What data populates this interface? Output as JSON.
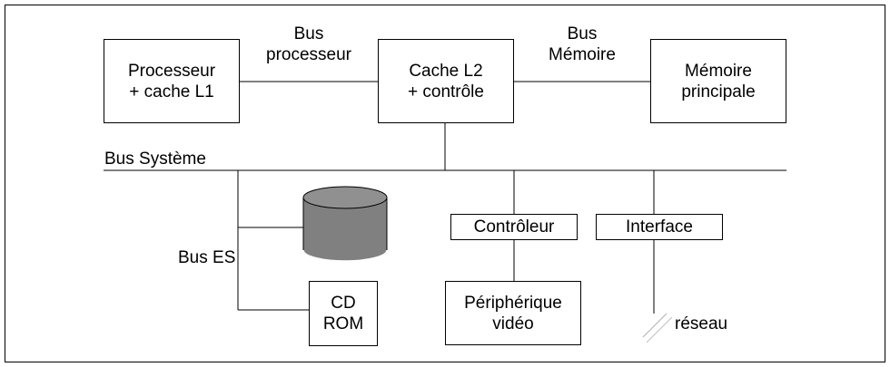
{
  "diagram": {
    "processor_box": {
      "line1": "Processeur",
      "line2": "+ cache L1"
    },
    "cache_box": {
      "line1": "Cache L2",
      "line2": "+ contrôle"
    },
    "memory_box": {
      "line1": "Mémoire",
      "line2": "principale"
    },
    "bus_processor_label": {
      "line1": "Bus",
      "line2": "processeur"
    },
    "bus_memory_label": {
      "line1": "Bus",
      "line2": "Mémoire"
    },
    "system_bus_label": "Bus Système",
    "io_bus_label": "Bus ES",
    "cdrom_box": {
      "line1": "CD",
      "line2": "ROM"
    },
    "controller_box": "Contrôleur",
    "interface_box": "Interface",
    "video_box": {
      "line1": "Périphérique",
      "line2": "vidéo"
    },
    "network_label": "réseau"
  }
}
